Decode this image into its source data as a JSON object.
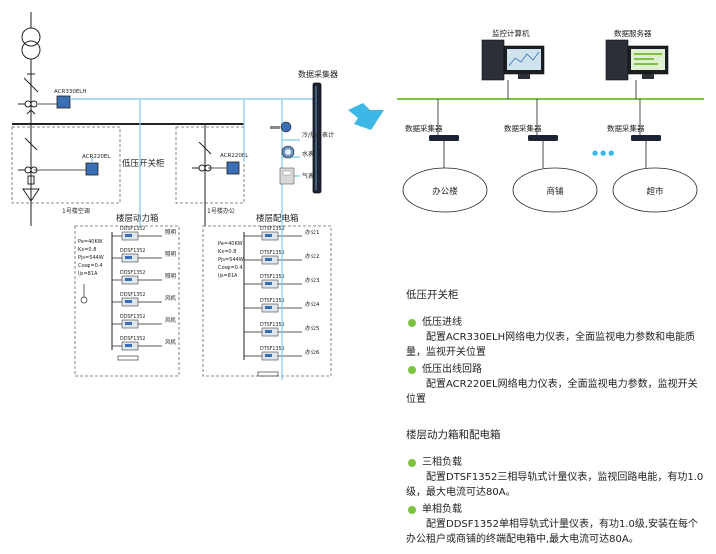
{
  "single_line": {
    "meter_incoming": "ACR330ELH",
    "meter_outgoing_1": "ACR220EL",
    "meter_outgoing_2": "ACR220EL",
    "feeder_left": "1号楼空调",
    "feeder_right": "1号楼办公",
    "switchgear_label": "低压开关柜",
    "power_box_label": "楼层动力箱",
    "dist_box_label": "楼层配电箱",
    "power_box_params": [
      "Pe=40KW",
      "Kx=0.8",
      "Pjs=544W",
      "Cosφ=0.4",
      "Ijs=81A"
    ],
    "dist_box_params": [
      "Pe=40KW",
      "Kx=0.8",
      "Pjs=544W",
      "Cosφ=0.4",
      "Ijs=81A"
    ],
    "power_box_meters": [
      "DDSF1352",
      "DDSF1352",
      "DDSF1352",
      "DDSF1352",
      "DDSF1352",
      "DDSF1352"
    ],
    "power_box_loads": [
      "照明",
      "照明",
      "照明",
      "风机",
      "风机",
      "风机"
    ],
    "dist_box_meters": [
      "DTSF1352",
      "DTSF1352",
      "DTSF1352",
      "DTSF1352",
      "DTSF1352",
      "DTSF1352"
    ],
    "dist_box_loads": [
      "办公1",
      "办公2",
      "办公3",
      "办公4",
      "办公5",
      "办公6"
    ]
  },
  "collector_section": {
    "title": "数据采集器",
    "meters": [
      "冷/热量表计",
      "水表",
      "气表"
    ]
  },
  "network": {
    "monitor_pc": "监控计算机",
    "data_server": "数据服务器",
    "collectors": [
      "数据采集器",
      "数据采集器",
      "数据采集器"
    ],
    "ellipsis": "●●●",
    "buildings": [
      "办公楼",
      "商铺",
      "超市"
    ]
  },
  "colors": {
    "bus": "#7ecbea",
    "arrow": "#3db8e6",
    "bullet": "#7dc242",
    "meter_screen": "#3a6fb5",
    "line": "#222222"
  },
  "description": {
    "section1_title": "低压开关柜",
    "section1_items": [
      {
        "title": "低压进线",
        "body": "配置ACR330ELH网络电力仪表，全面监视电力参数和电能质量，监视开关位置"
      },
      {
        "title": "低压出线回路",
        "body": "配置ACR220EL网络电力仪表，全面监视电力参数，监视开关位置"
      }
    ],
    "section2_title": "楼层动力箱和配电箱",
    "section2_items": [
      {
        "title": "三相负载",
        "body": "配置DTSF1352三相导轨式计量仪表，监视回路电能，有功1.0级，最大电流可达80A。"
      },
      {
        "title": "单相负载",
        "body": "配置DDSF1352单相导轨式计量仪表，有功1.0级,安装在每个办公租户或商铺的终端配电箱中,最大电流可达80A。"
      }
    ]
  }
}
